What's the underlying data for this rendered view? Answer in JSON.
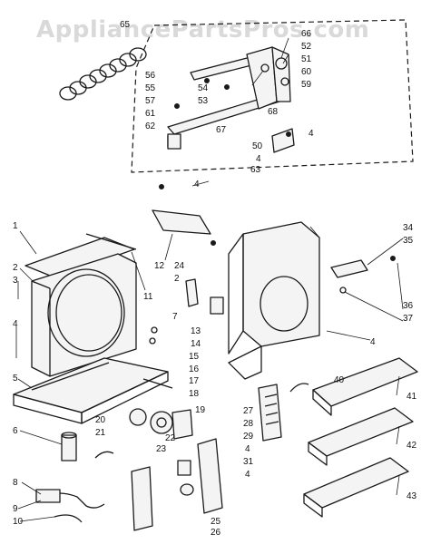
{
  "watermark": "AppliancePartsPros.com",
  "callouts": {
    "n1": "1",
    "n2": "2",
    "n3": "3",
    "n4": "4",
    "n5": "5",
    "n6": "6",
    "n7": "7",
    "n8": "8",
    "n9": "9",
    "n10": "10",
    "n11": "11",
    "n12": "12",
    "n13": "13",
    "n14": "14",
    "n15": "15",
    "n16": "16",
    "n17": "17",
    "n18": "18",
    "n19": "19",
    "n20": "20",
    "n21": "21",
    "n22": "22",
    "n23": "23",
    "n24": "24",
    "n25": "25",
    "n26": "26",
    "n27": "27",
    "n28": "28",
    "n29": "29",
    "n31": "31",
    "n34": "34",
    "n35": "35",
    "n36": "36",
    "n37": "37",
    "n40": "40",
    "n41": "41",
    "n42": "42",
    "n43": "43",
    "n50": "50",
    "n51": "51",
    "n52": "52",
    "n53": "53",
    "n54": "54",
    "n55": "55",
    "n56": "56",
    "n57": "57",
    "n59": "59",
    "n60": "60",
    "n61": "61",
    "n62": "62",
    "n63": "63",
    "n65": "65",
    "n66": "66",
    "n67": "67",
    "n68": "68"
  }
}
